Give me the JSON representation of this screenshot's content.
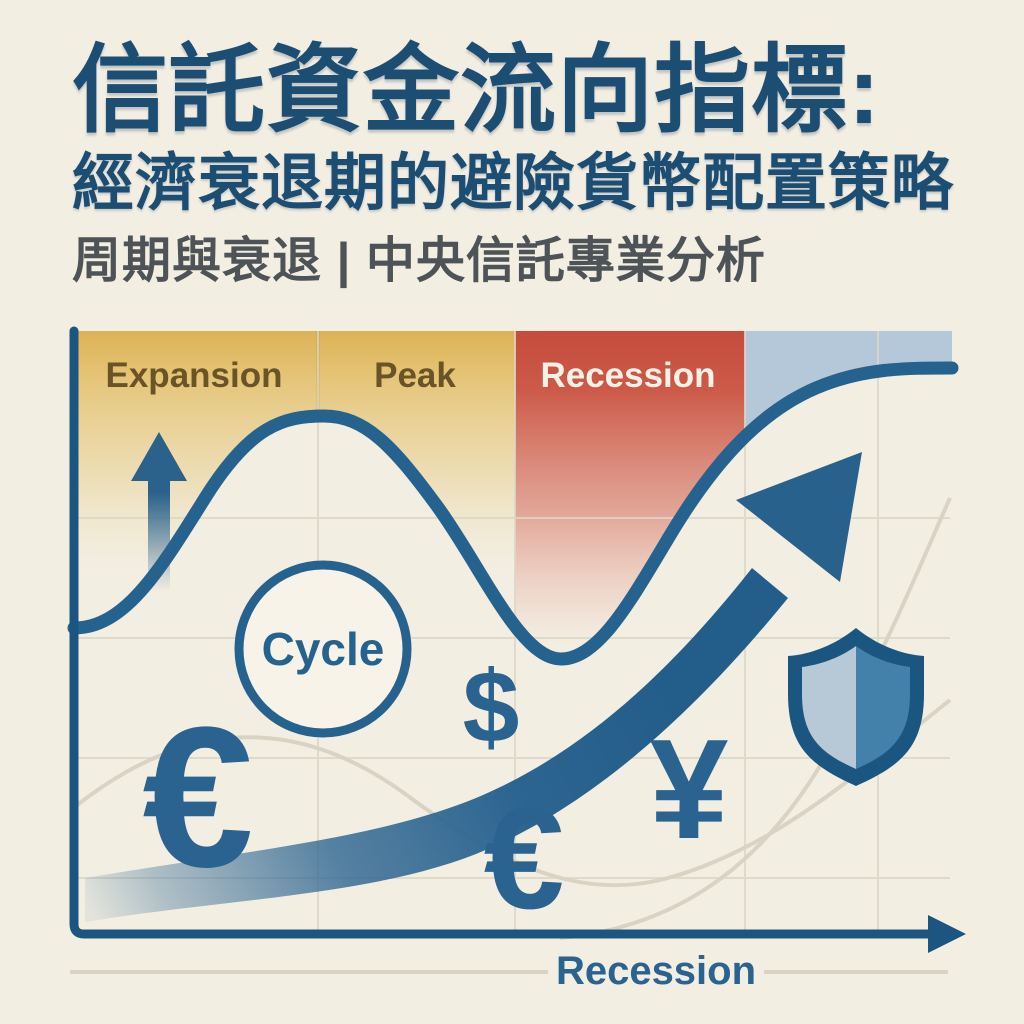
{
  "header": {
    "title_line1": "信託資金流向指標:",
    "title_line2": "經濟衰退期的避險貨幣配置策略",
    "subtitle": "周期與衰退 | 中央信託專業分析"
  },
  "chart": {
    "phase_labels": {
      "expansion": "Expansion",
      "peak": "Peak",
      "recession": "Recession"
    },
    "cycle_badge": "Cycle",
    "x_axis_label": "Recession",
    "currencies": {
      "euro_large": "€",
      "dollar": "$",
      "euro_small": "€",
      "yen": "¥"
    },
    "colors": {
      "background": "#f3eee2",
      "title_blue": "#1c4e74",
      "subtitle_gray": "#4d5356",
      "band_gold": "#dcb257",
      "band_red": "#c54c3c",
      "band_safe_blue": "#b5c8da",
      "expansion_text": "#6a5326",
      "peak_text": "#6a5326",
      "recession_text": "#f6f2e7",
      "curve_blue": "#26628e",
      "axis_blue": "#1c5680",
      "symbol_blue": "#2a6290",
      "shield_outline": "#1a567f",
      "shield_left": "#b7c8d6",
      "shield_right": "#4381ab",
      "grid_gray": "#ddd7c7"
    }
  }
}
